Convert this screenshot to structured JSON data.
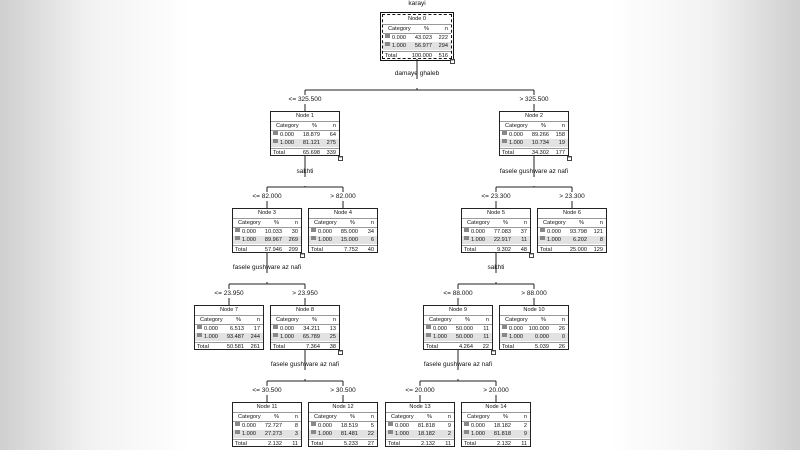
{
  "target": "karayi",
  "header": {
    "category": "Category",
    "percent": "%",
    "n": "n",
    "total": "Total"
  },
  "split_labels": {
    "node0": "damaye ghaleb",
    "node1": "sakhti",
    "node2": "fasele gushware az nafi",
    "node3": "fasele gushware az nafi",
    "node5": "sakhti",
    "node8": "fasele gushware az nafi",
    "node9": "fasele gushware az nafi"
  },
  "edge_labels": {
    "e1": "<= 325.500",
    "e2": "> 325.500",
    "e3": "<= 82.000",
    "e4": "> 82.000",
    "e5": "<= 23.300",
    "e6": "> 23.300",
    "e7": "<= 23.950",
    "e8": "> 23.950",
    "e9": "<= 88.000",
    "e10": "> 88.000",
    "e11": "<= 30.500",
    "e12": "> 30.500",
    "e13": "<= 20.000",
    "e14": "> 20.000"
  },
  "nodes": {
    "n0": {
      "title": "Node 0",
      "r0": {
        "cat": "0.000",
        "pct": "43.023",
        "n": "222"
      },
      "r1": {
        "cat": "1.000",
        "pct": "56.977",
        "n": "294"
      },
      "total": {
        "pct": "100.000",
        "n": "516"
      }
    },
    "n1": {
      "title": "Node 1",
      "r0": {
        "cat": "0.000",
        "pct": "18.879",
        "n": "64"
      },
      "r1": {
        "cat": "1.000",
        "pct": "81.121",
        "n": "275"
      },
      "total": {
        "pct": "65.698",
        "n": "339"
      }
    },
    "n2": {
      "title": "Node 2",
      "r0": {
        "cat": "0.000",
        "pct": "89.266",
        "n": "158"
      },
      "r1": {
        "cat": "1.000",
        "pct": "10.734",
        "n": "19"
      },
      "total": {
        "pct": "34.302",
        "n": "177"
      }
    },
    "n3": {
      "title": "Node 3",
      "r0": {
        "cat": "0.000",
        "pct": "10.033",
        "n": "30"
      },
      "r1": {
        "cat": "1.000",
        "pct": "89.967",
        "n": "269"
      },
      "total": {
        "pct": "57.946",
        "n": "299"
      }
    },
    "n4": {
      "title": "Node 4",
      "r0": {
        "cat": "0.000",
        "pct": "85.000",
        "n": "34"
      },
      "r1": {
        "cat": "1.000",
        "pct": "15.000",
        "n": "6"
      },
      "total": {
        "pct": "7.752",
        "n": "40"
      }
    },
    "n5": {
      "title": "Node 5",
      "r0": {
        "cat": "0.000",
        "pct": "77.083",
        "n": "37"
      },
      "r1": {
        "cat": "1.000",
        "pct": "22.917",
        "n": "11"
      },
      "total": {
        "pct": "9.302",
        "n": "48"
      }
    },
    "n6": {
      "title": "Node 6",
      "r0": {
        "cat": "0.000",
        "pct": "93.798",
        "n": "121"
      },
      "r1": {
        "cat": "1.000",
        "pct": "6.202",
        "n": "8"
      },
      "total": {
        "pct": "25.000",
        "n": "129"
      }
    },
    "n7": {
      "title": "Node 7",
      "r0": {
        "cat": "0.000",
        "pct": "6.513",
        "n": "17"
      },
      "r1": {
        "cat": "1.000",
        "pct": "93.487",
        "n": "244"
      },
      "total": {
        "pct": "50.581",
        "n": "261"
      }
    },
    "n8": {
      "title": "Node 8",
      "r0": {
        "cat": "0.000",
        "pct": "34.211",
        "n": "13"
      },
      "r1": {
        "cat": "1.000",
        "pct": "65.789",
        "n": "25"
      },
      "total": {
        "pct": "7.364",
        "n": "38"
      }
    },
    "n9": {
      "title": "Node 9",
      "r0": {
        "cat": "0.000",
        "pct": "50.000",
        "n": "11"
      },
      "r1": {
        "cat": "1.000",
        "pct": "50.000",
        "n": "11"
      },
      "total": {
        "pct": "4.264",
        "n": "22"
      }
    },
    "n10": {
      "title": "Node 10",
      "r0": {
        "cat": "0.000",
        "pct": "100.000",
        "n": "26"
      },
      "r1": {
        "cat": "1.000",
        "pct": "0.000",
        "n": "0"
      },
      "total": {
        "pct": "5.039",
        "n": "26"
      }
    },
    "n11": {
      "title": "Node 11",
      "r0": {
        "cat": "0.000",
        "pct": "72.727",
        "n": "8"
      },
      "r1": {
        "cat": "1.000",
        "pct": "27.273",
        "n": "3"
      },
      "total": {
        "pct": "2.132",
        "n": "11"
      }
    },
    "n12": {
      "title": "Node 12",
      "r0": {
        "cat": "0.000",
        "pct": "18.519",
        "n": "5"
      },
      "r1": {
        "cat": "1.000",
        "pct": "81.481",
        "n": "22"
      },
      "total": {
        "pct": "5.233",
        "n": "27"
      }
    },
    "n13": {
      "title": "Node 13",
      "r0": {
        "cat": "0.000",
        "pct": "81.818",
        "n": "9"
      },
      "r1": {
        "cat": "1.000",
        "pct": "18.182",
        "n": "2"
      },
      "total": {
        "pct": "2.132",
        "n": "11"
      }
    },
    "n14": {
      "title": "Node 14",
      "r0": {
        "cat": "0.000",
        "pct": "18.182",
        "n": "2"
      },
      "r1": {
        "cat": "1.000",
        "pct": "81.818",
        "n": "9"
      },
      "total": {
        "pct": "2.132",
        "n": "11"
      }
    }
  },
  "colors": {
    "swatch": "#888888",
    "highlight": "#e2e2e2",
    "line": "#222222"
  }
}
